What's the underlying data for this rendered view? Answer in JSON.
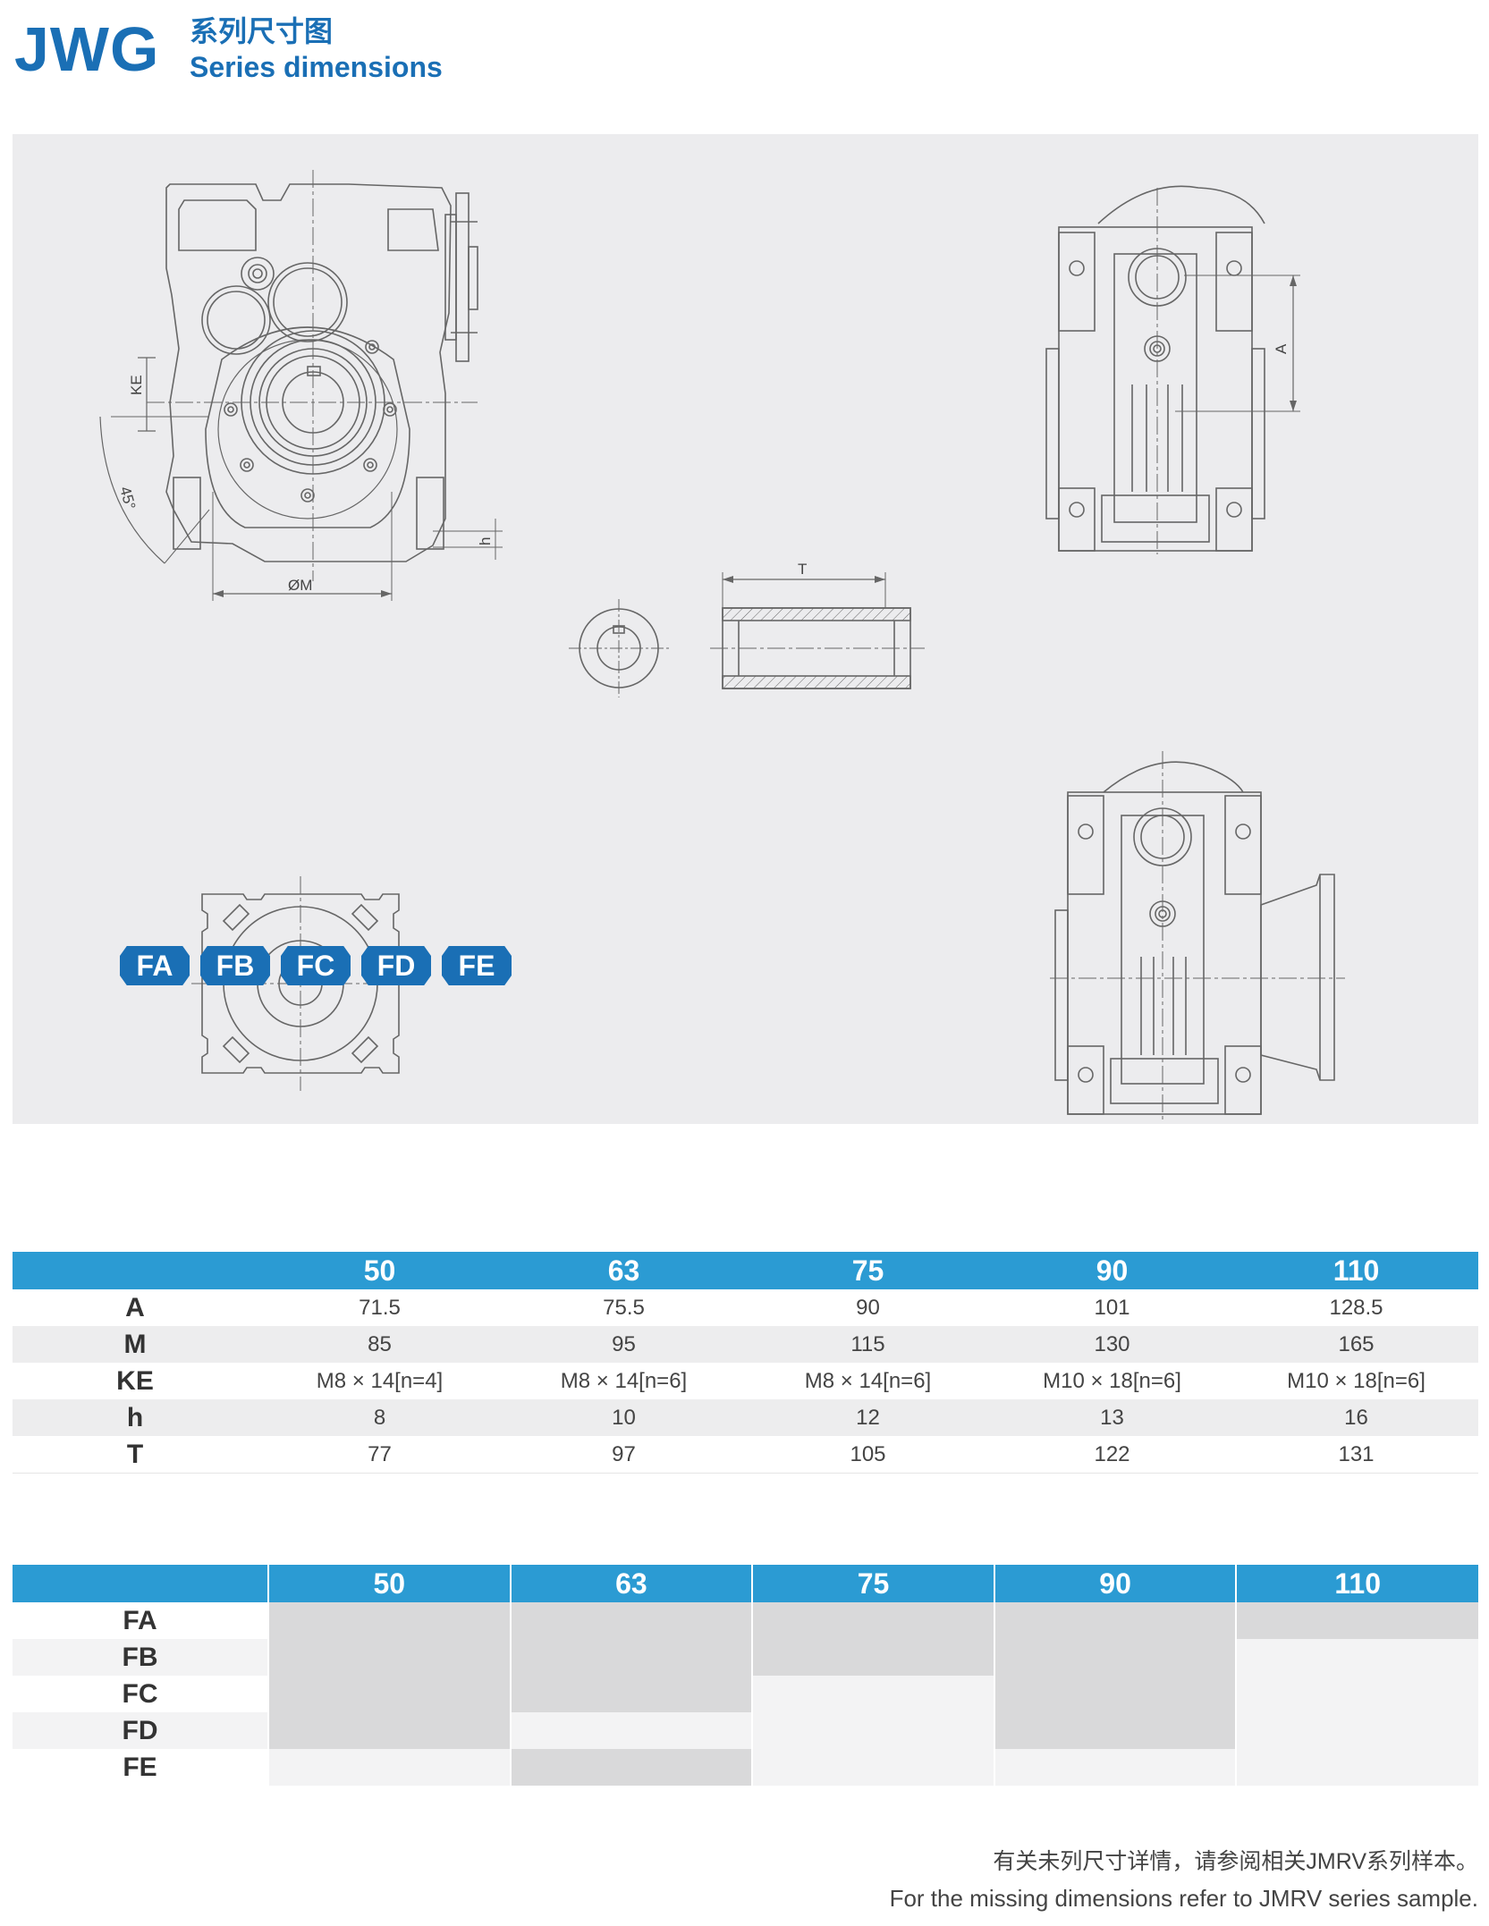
{
  "header": {
    "logo": "JWG",
    "title_cn": "系列尺寸图",
    "title_en": "Series dimensions"
  },
  "drawing": {
    "labels": {
      "ke": "KE",
      "angle": "45°",
      "h": "h",
      "m": "ØM",
      "a": "A",
      "t": "T"
    },
    "badges": [
      "FA",
      "FB",
      "FC",
      "FD",
      "FE"
    ]
  },
  "table1": {
    "columns": [
      "",
      "50",
      "63",
      "75",
      "90",
      "110"
    ],
    "rows": [
      {
        "label": "A",
        "values": [
          "71.5",
          "75.5",
          "90",
          "101",
          "128.5"
        ]
      },
      {
        "label": "M",
        "values": [
          "85",
          "95",
          "115",
          "130",
          "165"
        ]
      },
      {
        "label": "KE",
        "values": [
          "M8 × 14[n=4]",
          "M8 × 14[n=6]",
          "M8 × 14[n=6]",
          "M10 × 18[n=6]",
          "M10 × 18[n=6]"
        ]
      },
      {
        "label": "h",
        "values": [
          "8",
          "10",
          "12",
          "13",
          "16"
        ]
      },
      {
        "label": "T",
        "values": [
          "77",
          "97",
          "105",
          "122",
          "131"
        ]
      }
    ]
  },
  "table2": {
    "columns": [
      "",
      "50",
      "63",
      "75",
      "90",
      "110"
    ],
    "rows": [
      {
        "label": "FA",
        "available": [
          true,
          true,
          true,
          true,
          true
        ]
      },
      {
        "label": "FB",
        "available": [
          true,
          true,
          true,
          true,
          false
        ]
      },
      {
        "label": "FC",
        "available": [
          true,
          true,
          false,
          true,
          false
        ]
      },
      {
        "label": "FD",
        "available": [
          true,
          false,
          false,
          true,
          false
        ]
      },
      {
        "label": "FE",
        "available": [
          false,
          true,
          false,
          false,
          false
        ]
      }
    ]
  },
  "footnote": {
    "cn": "有关未列尺寸详情，请参阅相关JMRV系列样本。",
    "en": "For the missing dimensions refer to JMRV series sample."
  },
  "colors": {
    "brand_blue": "#1a6fb5",
    "table_header": "#2b9bd3",
    "panel_bg": "#ececee",
    "cell_filled": "#d9d9da"
  }
}
